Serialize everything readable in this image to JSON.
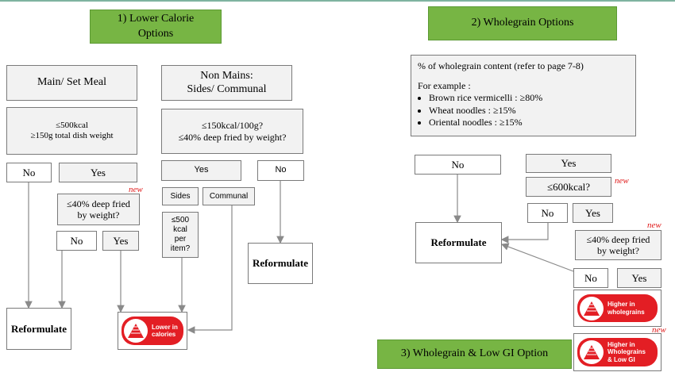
{
  "sections": {
    "lower_calorie": "1) Lower Calorie\nOptions",
    "wholegrain": "2) Wholegrain Options",
    "wholegrain_low_gi": "3) Wholegrain & Low GI Option"
  },
  "left": {
    "main_meal": "Main/ Set Meal",
    "main_criteria": "≤500kcal\n≥150g total dish weight",
    "main_no": "No",
    "main_yes": "Yes",
    "main_fried_q": "≤40% deep fried\nby weight?",
    "fried_no": "No",
    "fried_yes": "Yes",
    "reformulate_1": "Reformulate",
    "non_mains": "Non Mains:\nSides/ Communal",
    "non_mains_criteria": "≤150kcal/100g?\n≤40% deep fried by weight?",
    "nm_yes": "Yes",
    "nm_no": "No",
    "sides": "Sides",
    "communal": "Communal",
    "sides_q": "≤500\nkcal\nper\nitem?",
    "reformulate_2": "Reformulate",
    "logo_text": "Lower in\ncalories"
  },
  "right": {
    "content_title": "% of wholegrain content  (refer to page 7-8)",
    "for_example": "For example :",
    "examples": [
      "Brown rice vermicelli : ≥80%",
      "Wheat noodles : ≥15%",
      "Oriental noodles : ≥15%"
    ],
    "no": "No",
    "yes": "Yes",
    "kcal_q": "≤600kcal?",
    "kcal_no": "No",
    "kcal_yes": "Yes",
    "reformulate": "Reformulate",
    "fried_q": "≤40% deep fried\nby weight?",
    "fried_no": "No",
    "fried_yes": "Yes",
    "logo_wholegrain": "Higher in\nwholegrains",
    "logo_wholegrain_gi": "Higher in\nWholegrains\n& Low GI"
  },
  "new_label": "new",
  "colors": {
    "section_green": "#77b544",
    "box_grey": "#f2f2f2",
    "logo_red": "#e31e24",
    "new_red": "#e01b1b"
  }
}
